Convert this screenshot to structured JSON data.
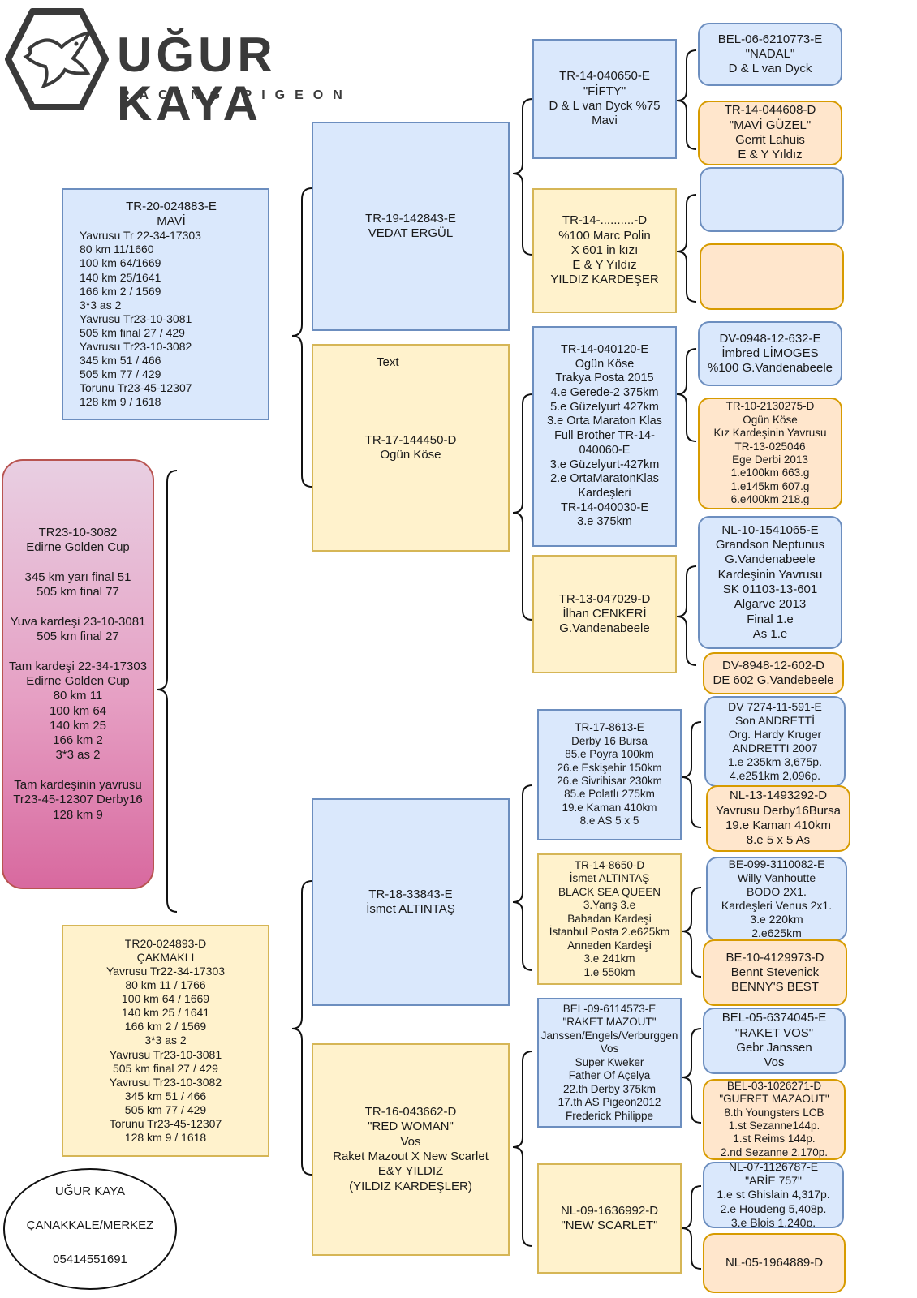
{
  "logo": {
    "name": "UĞUR KAYA",
    "subtitle": "RACING PIGEON"
  },
  "main_bird": "TR23-10-3082\nEdirne Golden Cup\n\n345 km yarı final 51\n505 km final 77\n\nYuva kardeşi 23-10-3081\n505 km final 27\n\nTam kardeşi 22-34-17303\nEdirne Golden Cup\n80 km 11\n100 km 64\n140 km 25\n166 km 2\n3*3 as 2\n\nTam kardeşinin yavrusu\nTr23-45-12307 Derby16\n128 km 9",
  "father": {
    "title": "TR-20-024883-E\nMAVİ",
    "results": "Yavrusu Tr 22-34-17303\n80 km  11/1660\n100 km 64/1669\n140 km 25/1641\n166 km 2 / 1569\n3*3 as 2\nYavrusu Tr23-10-3081\n505 km final 27 / 429\nYavrusu Tr23-10-3082\n345 km 51 / 466\n505 km 77 / 429\nTorunu Tr23-45-12307\n128 km 9 / 1618"
  },
  "mother": "TR20-024893-D\nÇAKMAKLI\nYavrusu  Tr22-34-17303\n80 km 11 / 1766\n100 km 64 / 1669\n140 km 25 / 1641\n166 km 2 / 1569\n3*3 as 2\nYavrusu Tr23-10-3081\n505 km  final 27 / 429\nYavrusu Tr23-10-3082\n345 km 51 / 466\n505 km 77 / 429\nTorunu Tr23-45-12307\n128 km 9 / 1618",
  "contact": {
    "name": "UĞUR KAYA",
    "city": "ÇANAKKALE/MERKEZ",
    "phone": "05414551691"
  },
  "gen2": {
    "ff": "TR-19-142843-E\nVEDAT ERGÜL",
    "fm_text": "Text",
    "fm": "TR-17-144450-D\nOgün Köse",
    "mf": "TR-18-33843-E\nİsmet ALTINTAŞ",
    "mm": "TR-16-043662-D\n\"RED WOMAN\"\nVos\nRaket Mazout X New Scarlet\nE&Y YILDIZ\n(YILDIZ KARDEŞLER)"
  },
  "gen3": {
    "a": "TR-14-040650-E\n\"FİFTY\"\nD & L van Dyck %75\nMavi",
    "b": "TR-14-..........-D\n%100 Marc Polin\nX 601 in kızı\nE & Y Yıldız\nYILDIZ KARDEŞER",
    "c": "TR-14-040120-E\nOgün Köse\nTrakya Posta 2015\n4.e Gerede-2 375km\n5.e Güzelyurt 427km\n3.e Orta Maraton Klas\nFull Brother TR-14-\n040060-E\n3.e Güzelyurt-427km\n2.e OrtaMaratonKlas\nKardeşleri\nTR-14-040030-E\n3.e 375km",
    "d": "TR-13-047029-D\nİlhan CENKERİ\nG.Vandenabeele",
    "e": "TR-17-8613-E\nDerby 16 Bursa\n85.e Poyra 100km\n26.e Eskişehir 150km\n26.e Sivrihisar 230km\n85.e Polatlı 275km\n19.e Kaman 410km\n8.e AS 5 x 5",
    "f": "TR-14-8650-D\nİsmet ALTINTAŞ\nBLACK SEA QUEEN\n3.Yarış 3.e\nBabadan Kardeşi\nİstanbul Posta 2.e625km\nAnneden Kardeşi\n3.e 241km\n1.e 550km",
    "g": "BEL-09-6114573-E\n\"RAKET MAZOUT\"\nJanssen/Engels/Verburggen\nVos\nSuper Kweker\nFather Of Açelya\n22.th Derby 375km\n17.th AS Pigeon2012\nFrederick Philippe",
    "h": "NL-09-1636992-D\n\"NEW SCARLET\""
  },
  "gen4": {
    "a1": "BEL-06-6210773-E\n\"NADAL\"\nD & L van Dyck",
    "a2": "TR-14-044608-D\n\"MAVİ GÜZEL\"\nGerrit Lahuis\nE & Y Yıldız",
    "b1": "",
    "b2": "",
    "c1": "DV-0948-12-632-E\nİmbred LİMOGES\n%100 G.Vandenabeele",
    "c2": "TR-10-2130275-D\nOgün Köse\nKız Kardeşinin Yavrusu\nTR-13-025046\nEge Derbi 2013\n1.e100km 663.g\n1.e145km 607.g\n6.e400km 218.g",
    "d1": "NL-10-1541065-E\nGrandson Neptunus\nG.Vandenabeele\nKardeşinin Yavrusu\nSK 01103-13-601\nAlgarve 2013\nFinal 1.e\nAs 1.e",
    "d2": "DV-8948-12-602-D\nDE 602 G.Vandebeele",
    "e1": "DV 7274-11-591-E\nSon ANDRETTİ\nOrg. Hardy Kruger\nANDRETTI 2007\n1.e 235km 3,675p.\n4.e251km 2,096p.",
    "e2": "NL-13-1493292-D\nYavrusu Derby16Bursa\n19.e Kaman 410km\n8.e 5 x 5 As",
    "f1": "BE-099-3110082-E\nWilly Vanhoutte\nBODO 2X1.\nKardeşleri Venus 2x1.\n3.e 220km\n2.e625km",
    "f2": "BE-10-4129973-D\nBennt Stevenick\nBENNY'S BEST",
    "g1": "BEL-05-6374045-E\n\"RAKET VOS\"\nGebr Janssen\nVos",
    "g2": "BEL-03-1026271-D\n\"GUERET MAZAOUT\"\n8.th Youngsters LCB\n1.st Sezanne144p.\n1.st Reims 144p.\n2.nd Sezanne 2.170p.",
    "h1": "NL-07-1126787-E\n\"ARİE 757\"\n1.e st Ghislain 4,317p.\n2.e Houdeng 5,408p.\n3.e Blois 1.240p.",
    "h2": "NL-05-1964889-D"
  }
}
